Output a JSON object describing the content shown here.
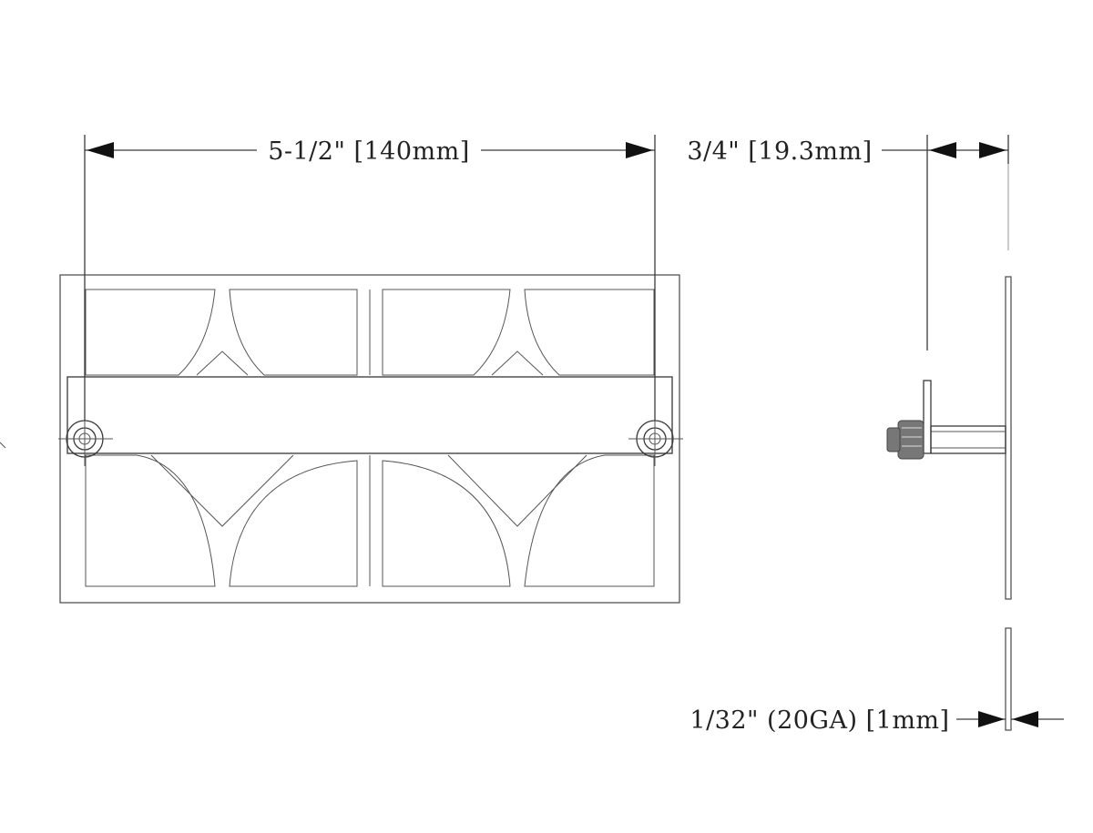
{
  "dimensions": {
    "width_label": "5-1/2\" [140mm]",
    "projection_label": "3/4\" [19.3mm]",
    "thickness_label": "1/32\" (20GA) [1mm]"
  },
  "colors": {
    "line": "#3a3a3a",
    "arrow": "#111111",
    "background": "#ffffff"
  }
}
